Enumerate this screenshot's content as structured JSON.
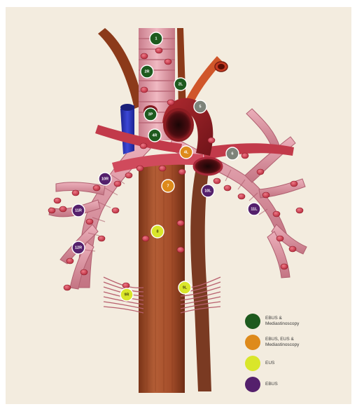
{
  "colors": {
    "background": "#f3ecdf",
    "ebus_mediastinoscopy": "#1d5a1e",
    "ebus_eus_mediastinoscopy": "#de8a1b",
    "eus": "#d9e62a",
    "ebus": "#54206c",
    "trachea": "#e7a9b3",
    "esophagus": "#a4502c",
    "aorta": "#8c1c22",
    "vena_cava": "#2b36b5",
    "lymph_node": "#cc3b4c"
  },
  "nodes": [
    {
      "id": "1",
      "label": "1",
      "category": "ebus_mediastinoscopy"
    },
    {
      "id": "2R",
      "label": "2R",
      "category": "ebus_mediastinoscopy"
    },
    {
      "id": "2L",
      "label": "2L",
      "category": "ebus_mediastinoscopy"
    },
    {
      "id": "3P",
      "label": "3P",
      "category": "ebus_mediastinoscopy"
    },
    {
      "id": "4R",
      "label": "4R",
      "category": "ebus_mediastinoscopy"
    },
    {
      "id": "5",
      "label": "5",
      "category": "grey"
    },
    {
      "id": "6",
      "label": "6",
      "category": "grey"
    },
    {
      "id": "4L",
      "label": "4L",
      "category": "ebus_eus_mediastinoscopy"
    },
    {
      "id": "7",
      "label": "7",
      "category": "ebus_eus_mediastinoscopy"
    },
    {
      "id": "8",
      "label": "8",
      "category": "eus"
    },
    {
      "id": "9R",
      "label": "9R",
      "category": "eus"
    },
    {
      "id": "9L",
      "label": "9L",
      "category": "eus"
    },
    {
      "id": "10R",
      "label": "10R",
      "category": "ebus"
    },
    {
      "id": "10L",
      "label": "10L",
      "category": "ebus"
    },
    {
      "id": "11R",
      "label": "11R",
      "category": "ebus"
    },
    {
      "id": "11L",
      "label": "11L",
      "category": "ebus"
    },
    {
      "id": "12R",
      "label": "12R",
      "category": "ebus"
    }
  ],
  "legend": [
    {
      "label": "EBUS &\nMediastinoscopy",
      "color_key": "ebus_mediastinoscopy"
    },
    {
      "label": "EBUS, EUS &\nMediastinoscopy",
      "color_key": "ebus_eus_mediastinoscopy"
    },
    {
      "label": "EUS",
      "color_key": "eus"
    },
    {
      "label": "EBUS",
      "color_key": "ebus"
    }
  ]
}
